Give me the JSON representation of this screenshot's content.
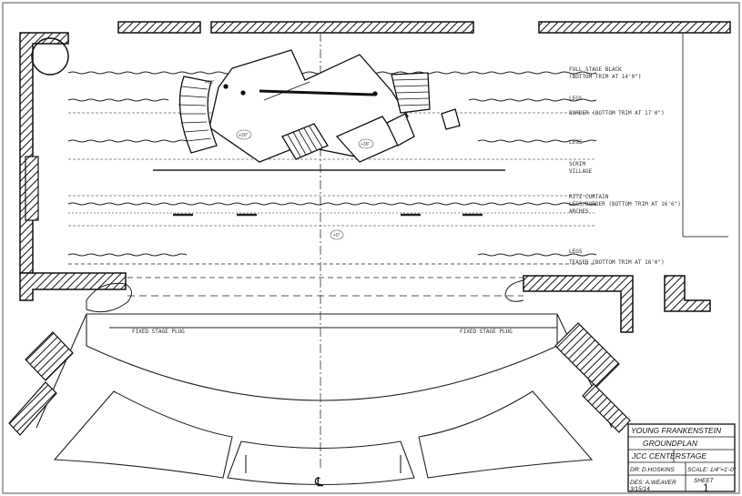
{
  "title_block": {
    "show": "YOUNG FRANKENSTEIN",
    "drawing": "GROUNDPLAN",
    "venue": "JCC CENTERSTAGE",
    "drawn_by": "DR: D.HOSKINS",
    "scale": "SCALE: 1/4\"=1'-0\"",
    "designer": "DES: A.WEAVER",
    "sheet_label": "SHEET",
    "date": "3/15/14",
    "sheet_number": "1"
  },
  "labels": {
    "full_stage_black": "FULL STAGE BLACK",
    "full_stage_black_trim": "(BOTTOM TRIM AT 14'0\")",
    "legs_1": "LEGS",
    "border_1": "BORDER (BOTTOM TRIM AT 17'0\")",
    "legs_2": "LEGS",
    "scrim": "SCRIM",
    "village": "VILLAGE",
    "ritz_curtain": "RITZ CURTAIN",
    "legs_border": "LEGS/BORDER (BOTTOM TRIM AT 16'6\")",
    "arches": "ARCHES",
    "legs_3": "LEGS",
    "teaser": "TEASER (BOTTOM TRIM AT 16'0\")",
    "fixed_stage_left": "FIXED STAGE PLUG",
    "fixed_stage_right": "FIXED STAGE PLUG",
    "centerline": "℄",
    "elev_1": "+30\"",
    "elev_2": "+36\"",
    "elev_3": "+0\"",
    "elev_4": "+30\""
  }
}
